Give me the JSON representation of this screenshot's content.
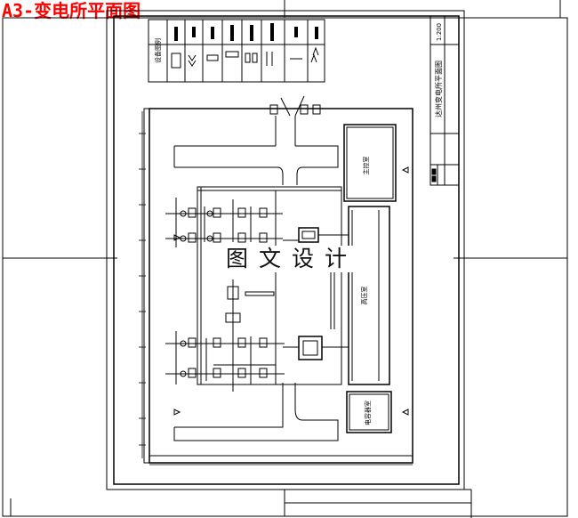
{
  "page_title": "A3-变电所平面图",
  "watermark": "图文设计",
  "drawing_title": "达州变电所平面图",
  "scale": "1:200",
  "legend_heading": "设备图例",
  "rooms": {
    "main_control": "主控室",
    "hv_room": "高压室",
    "battery_room": "电容器室"
  },
  "colors": {
    "title_red": "#ff0000",
    "line": "#000000",
    "background": "#ffffff"
  }
}
